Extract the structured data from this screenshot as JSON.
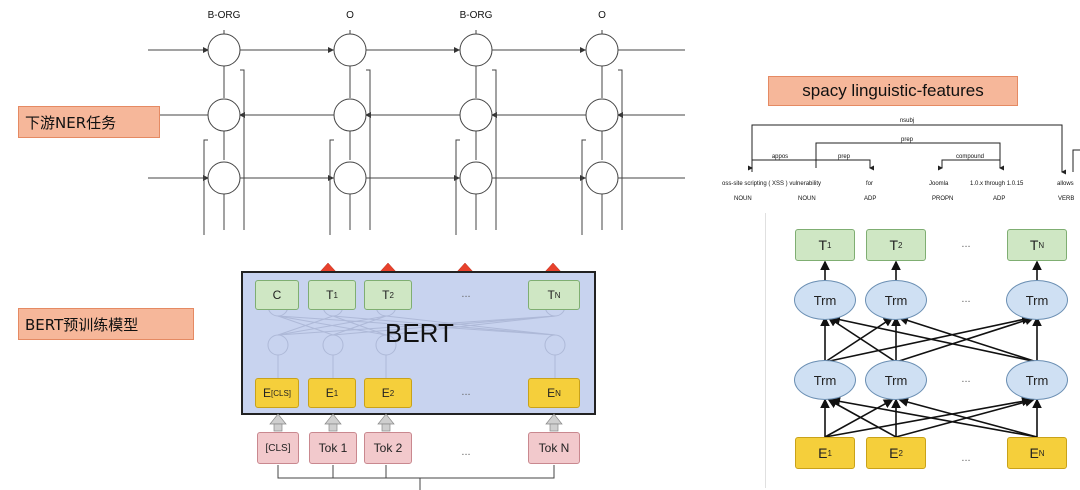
{
  "ner_labels": [
    "B-ORG",
    "O",
    "B-ORG",
    "O"
  ],
  "left_tags": {
    "ner_task": "下游NER任务",
    "bert_model": "BERT预训练模型"
  },
  "bert": {
    "title": "BERT",
    "outputs": [
      {
        "main": "C",
        "sub": ""
      },
      {
        "main": "T",
        "sub": "1"
      },
      {
        "main": "T",
        "sub": "2"
      },
      {
        "main": "T",
        "sub": "N"
      }
    ],
    "embeddings": [
      {
        "main": "E",
        "sub": "[CLS]"
      },
      {
        "main": "E",
        "sub": "1"
      },
      {
        "main": "E",
        "sub": "2"
      },
      {
        "main": "E",
        "sub": "N"
      }
    ],
    "tokens": [
      "[CLS]",
      "Tok 1",
      "Tok 2",
      "Tok N"
    ],
    "ellipsis": "..."
  },
  "spacy": {
    "title": "spacy linguistic-features",
    "dep_labels": {
      "nsubj": "nsubj",
      "prep_top": "prep",
      "appos": "appos",
      "prep": "prep",
      "compound": "compound"
    },
    "tokens": [
      {
        "text": "oss-site scripting  ( XSS ) vulnerability",
        "pos": ""
      },
      {
        "text": "for",
        "pos": "ADP"
      },
      {
        "text": "Joomla",
        "pos": "PROPN"
      },
      {
        "text": "1.0.x through 1.0.15",
        "pos": "ADP"
      },
      {
        "text": "allows",
        "pos": "VERB"
      }
    ],
    "pos_left": [
      "NOUN",
      "NOUN"
    ]
  },
  "transformer": {
    "outputs": [
      {
        "main": "T",
        "sub": "1"
      },
      {
        "main": "T",
        "sub": "2"
      },
      {
        "main": "T",
        "sub": "N"
      }
    ],
    "trm_label": "Trm",
    "embeddings": [
      {
        "main": "E",
        "sub": "1"
      },
      {
        "main": "E",
        "sub": "2"
      },
      {
        "main": "E",
        "sub": "N"
      }
    ],
    "ellipsis": "..."
  },
  "colors": {
    "tag_fill": "#f6b79a",
    "green_box": "#cfe7c4",
    "yellow_box": "#f5cf3b",
    "pink_box": "#f2c9cc",
    "bert_panel": "#c8d3ef",
    "trm_node": "#cfe0f3",
    "arrow_red": "#e8412c"
  }
}
